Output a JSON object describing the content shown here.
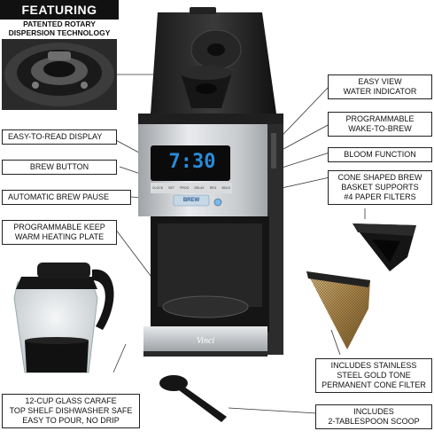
{
  "featuring": {
    "title": "FEATURING",
    "subtitle_line1": "PATENTED ROTARY",
    "subtitle_line2": "DISPERSION TECHNOLOGY"
  },
  "display": {
    "time": "7:30",
    "brew_label": "BREW",
    "brand": "Vinci",
    "buttons": [
      "CLOCK",
      "SET",
      "PROG",
      "DELAY",
      "REG",
      "BOLD"
    ]
  },
  "callouts_left": [
    "EASY-TO-READ DISPLAY",
    "BREW BUTTON",
    "AUTOMATIC BREW PAUSE"
  ],
  "callout_keep_warm": [
    "PROGRAMMABLE KEEP",
    "WARM HEATING PLATE"
  ],
  "callout_carafe": [
    "12-CUP GLASS CARAFE",
    "TOP SHELF DISHWASHER SAFE",
    "EASY TO POUR, NO DRIP"
  ],
  "callouts_right": {
    "water_indicator": [
      "EASY VIEW",
      "WATER INDICATOR"
    ],
    "wake_to_brew": [
      "PROGRAMMABLE",
      "WAKE-TO-BREW"
    ],
    "bloom": "BLOOM FUNCTION",
    "cone_basket": [
      "CONE SHAPED BREW",
      "BASKET SUPPORTS",
      "#4 PAPER FILTERS"
    ],
    "gold_filter": [
      "INCLUDES STAINLESS",
      "STEEL GOLD TONE",
      "PERMANENT CONE FILTER"
    ],
    "scoop": [
      "INCLUDES",
      "2-TABLESPOON SCOOP"
    ]
  },
  "colors": {
    "lcd_blue": "#2a8bd8",
    "steel": "#b8bcc0",
    "body_black": "#111111",
    "gold": "#b8975a"
  }
}
